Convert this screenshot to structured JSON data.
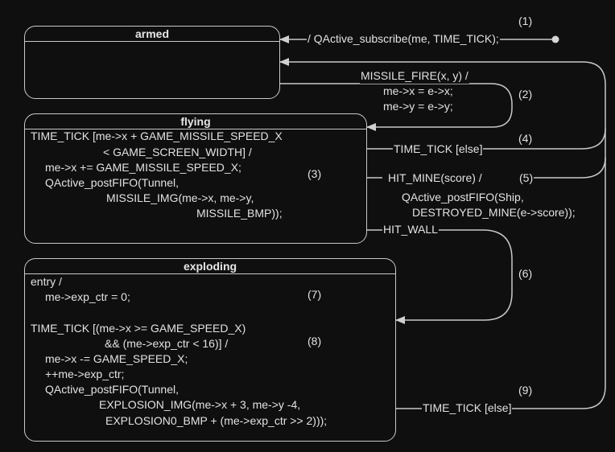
{
  "diagram": {
    "type": "UML state machine",
    "colors": {
      "background": "#0f0f0f",
      "stroke": "#c9c9c9",
      "text": "#e2e2e2"
    }
  },
  "states": {
    "armed": {
      "name": "armed"
    },
    "flying": {
      "name": "flying",
      "body": [
        "TIME_TICK [me->x + GAME_MISSILE_SPEED_X",
        "< GAME_SCREEN_WIDTH] /",
        "me->x += GAME_MISSILE_SPEED_X;",
        "QActive_postFIFO(Tunnel,",
        "MISSILE_IMG(me->x, me->y,",
        "MISSILE_BMP));"
      ],
      "marker": "(3)"
    },
    "exploding": {
      "name": "exploding",
      "entry": [
        "entry /",
        "me->exp_ctr = 0;"
      ],
      "entry_marker": "(7)",
      "body": [
        "TIME_TICK [(me->x >= GAME_SPEED_X)",
        "&& (me->exp_ctr < 16)] /",
        "me->x -= GAME_SPEED_X;",
        "++me->exp_ctr;",
        "QActive_postFIFO(Tunnel,",
        "EXPLOSION_IMG(me->x + 3, me->y -4,",
        "EXPLOSION0_BMP + (me->exp_ctr >> 2)));"
      ],
      "body_marker": "(8)"
    }
  },
  "transitions": {
    "t1": {
      "marker": "(1)",
      "label": "/ QActive_subscribe(me, TIME_TICK);"
    },
    "t2": {
      "marker": "(2)",
      "label": [
        "MISSILE_FIRE(x, y) /",
        "me->x = e->x;",
        "me->y = e->y;"
      ]
    },
    "t4": {
      "marker": "(4)",
      "label": "TIME_TICK [else]"
    },
    "t5": {
      "marker": "(5)",
      "label": [
        "HIT_MINE(score) /",
        "QActive_postFIFO(Ship,",
        "DESTROYED_MINE(e->score));"
      ]
    },
    "t6": {
      "marker": "(6)",
      "label": "HIT_WALL"
    },
    "t9": {
      "marker": "(9)",
      "label": "TIME_TICK [else]"
    }
  }
}
